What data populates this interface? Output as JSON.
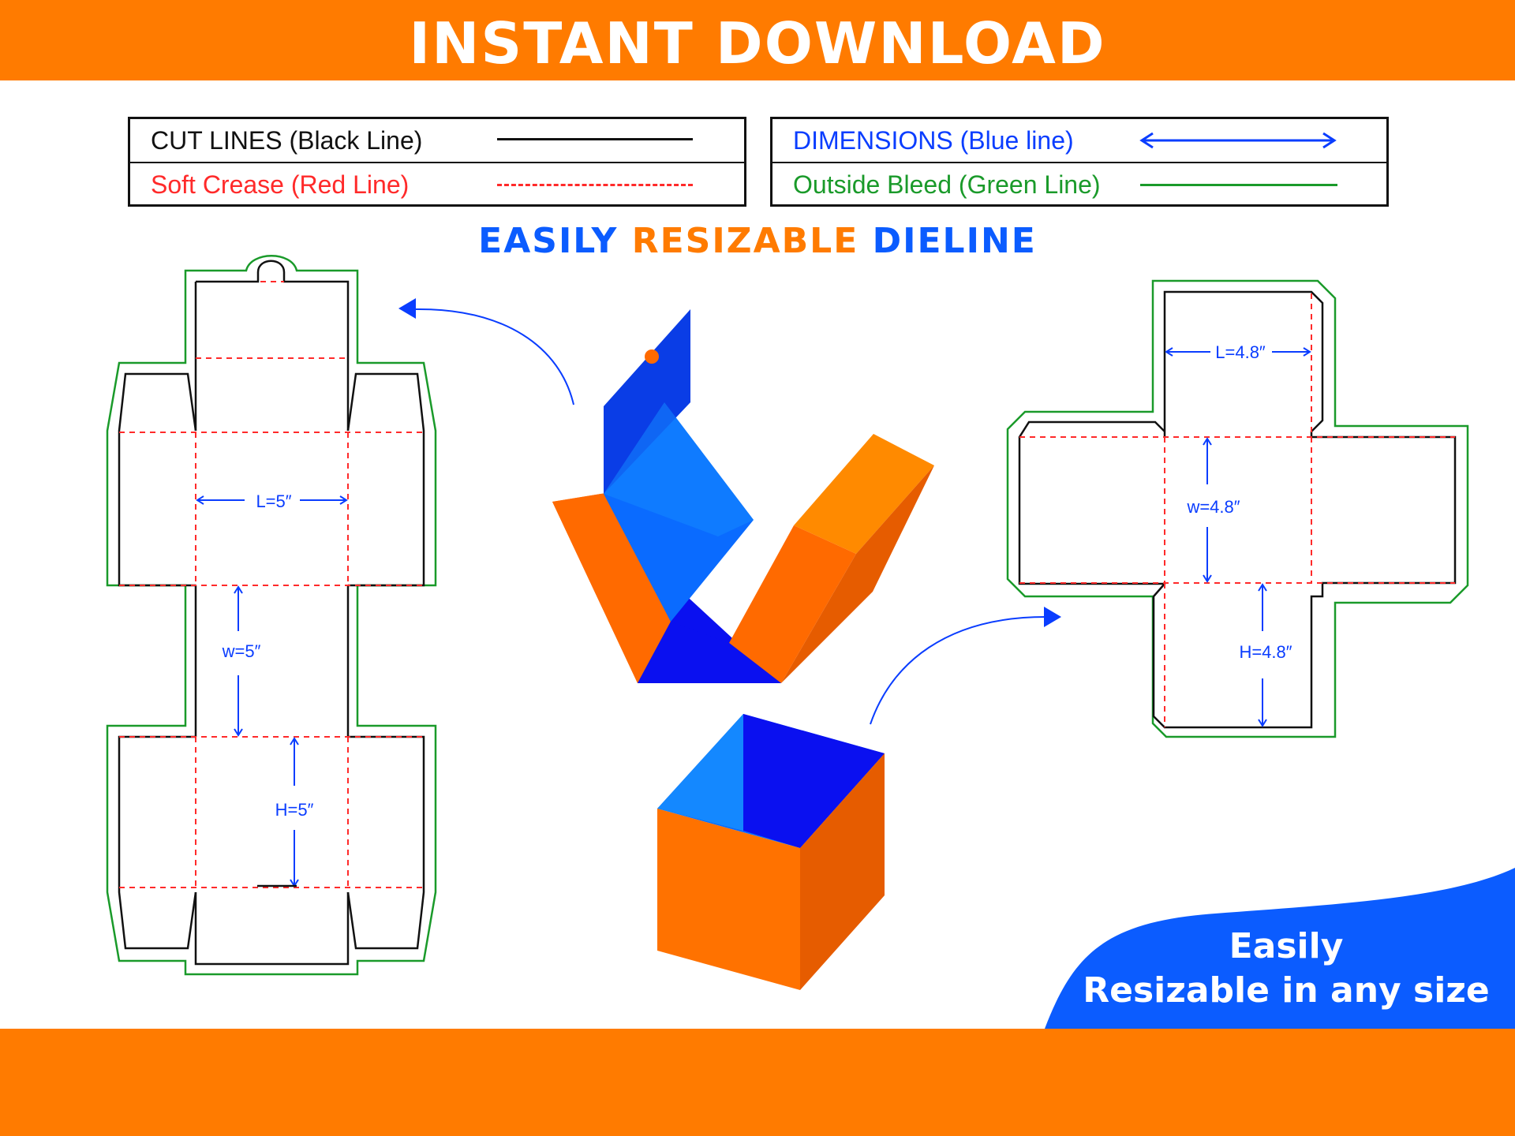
{
  "banner": {
    "title": "INSTANT DOWNLOAD"
  },
  "legend": {
    "cut_lines": "CUT LINES (Black Line)",
    "soft_crease": "Soft Crease (Red Line)",
    "dimensions": "DIMENSIONS (Blue line)",
    "outside_bleed": "Outside Bleed (Green Line)"
  },
  "subtitle": {
    "part1": "EASILY",
    "part2": "RESIZABLE",
    "part3": "DIELINE"
  },
  "dieline_left": {
    "length": "L=5″",
    "width": "w=5″",
    "height": "H=5″"
  },
  "dieline_right": {
    "length": "L=4.8″",
    "width": "w=4.8″",
    "height": "H=4.8″"
  },
  "promo": {
    "line1": "Easily",
    "line2": "Resizable in any size"
  },
  "colors": {
    "orange": "#ff7b00",
    "blue": "#0b5cff",
    "cut": "#111111",
    "crease": "#ff2a2a",
    "dimension": "#0a3dff",
    "bleed": "#1a9a2a"
  }
}
